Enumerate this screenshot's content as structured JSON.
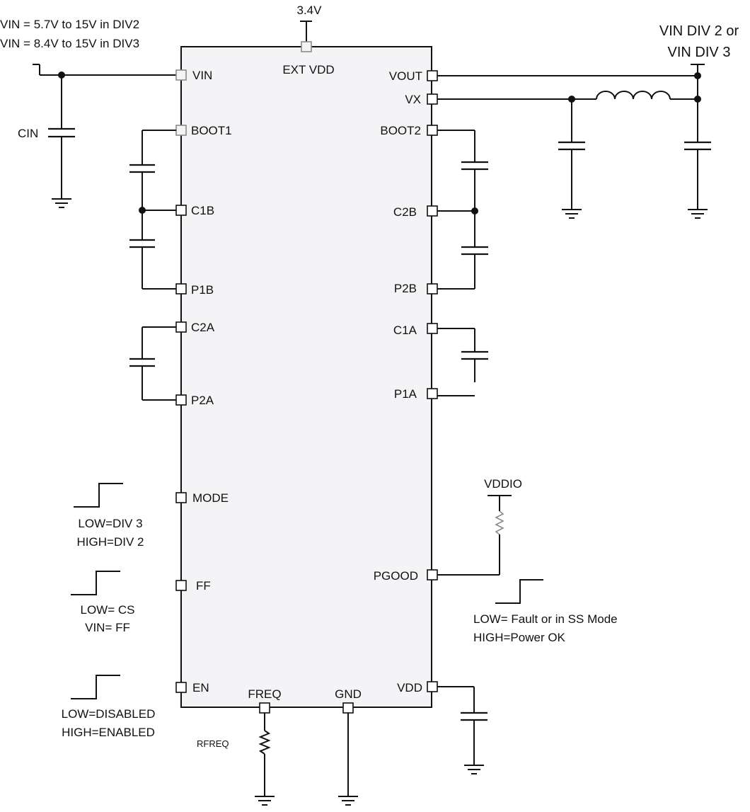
{
  "colors": {
    "line": "#111111",
    "chip_fill": "#f4f4f6",
    "background": "#ffffff",
    "light_pin": "#8a8a8a"
  },
  "supply_labels": {
    "vin_range_div2": "VIN = 5.7V to 15V in DIV2",
    "vin_range_div3": "VIN = 8.4V to 15V in DIV3",
    "ext_vdd_voltage": "3.4V",
    "vout_line1": "VIN DIV 2 or",
    "vout_line2": "VIN DIV 3",
    "vddio": "VDDIO"
  },
  "components": {
    "cin": "CIN",
    "rfreq": "RFREQ"
  },
  "pins": {
    "vin": "VIN",
    "boot1": "BOOT1",
    "c1b": "C1B",
    "p1b": "P1B",
    "c2a": "C2A",
    "p2a": "P2A",
    "mode": "MODE",
    "ff": "FF",
    "en": "EN",
    "ext_vdd": "EXT VDD",
    "vout": "VOUT",
    "vx": "VX",
    "boot2": "BOOT2",
    "c2b": "C2B",
    "p2b": "P2B",
    "c1a": "C1A",
    "p1a": "P1A",
    "pgood": "PGOOD",
    "vdd": "VDD",
    "freq": "FREQ",
    "gnd": "GND"
  },
  "notes": {
    "mode_low": "LOW=DIV 3",
    "mode_high": "HIGH=DIV 2",
    "ff_low": "LOW= CS",
    "ff_vin": "VIN= FF",
    "en_low": "LOW=DISABLED",
    "en_high": "HIGH=ENABLED",
    "pgood_low": "LOW= Fault or in SS Mode",
    "pgood_high": "HIGH=Power OK"
  }
}
